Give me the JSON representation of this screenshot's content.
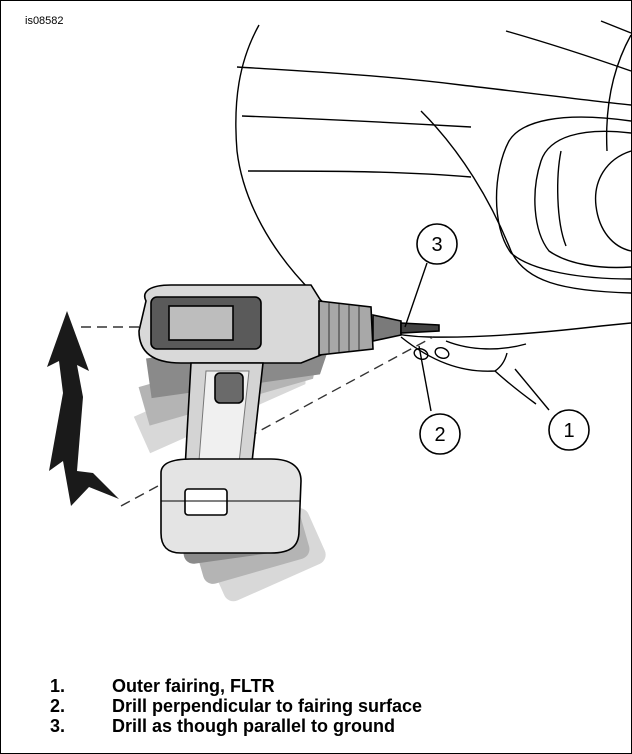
{
  "figure_id": "is08582",
  "callouts": [
    {
      "number": "1",
      "text": "Outer fairing, FLTR"
    },
    {
      "number": "2",
      "text": "Drill perpendicular to fairing surface"
    },
    {
      "number": "3",
      "text": "Drill as though parallel to ground"
    }
  ],
  "legend": [
    {
      "number": "1.",
      "text": "Outer fairing, FLTR"
    },
    {
      "number": "2.",
      "text": "Drill perpendicular to fairing surface"
    },
    {
      "number": "3.",
      "text": "Drill as though parallel to ground"
    }
  ]
}
